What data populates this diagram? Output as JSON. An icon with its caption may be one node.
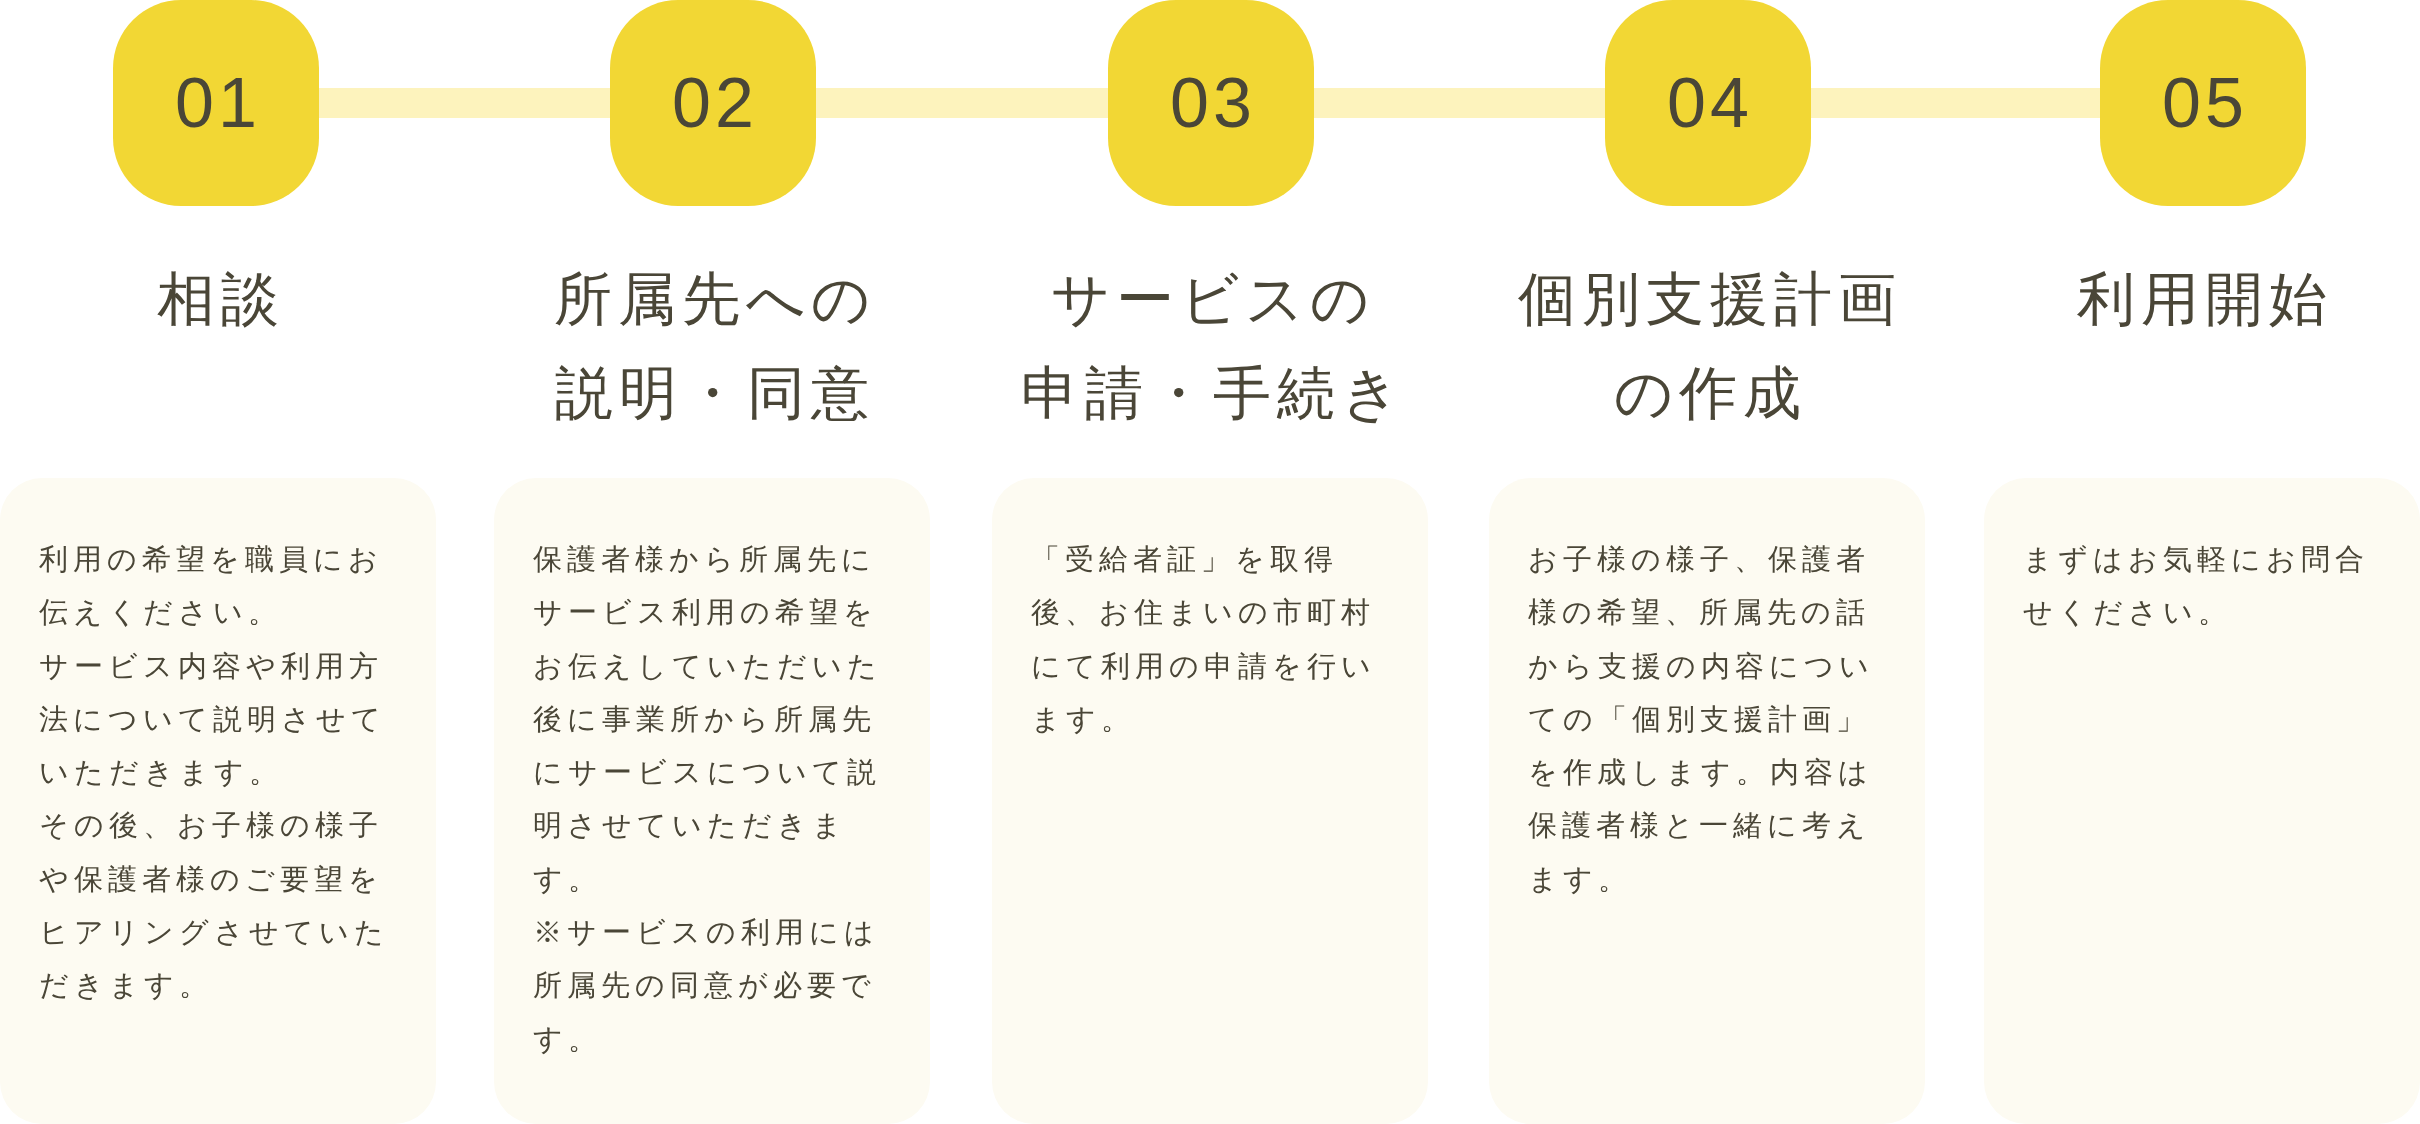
{
  "diagram": {
    "nodes": [
      {
        "text": [
          "01"
        ]
      },
      {
        "text": [
          "02"
        ]
      },
      {
        "text": [
          "03"
        ]
      },
      {
        "text": [
          "04"
        ]
      },
      {
        "text": [
          "05"
        ]
      },
      {
        "text": [
          "相談",
          "利用の希望を職員にお伝えください。",
          "サービス内容や利用方法について説明させていただきます。",
          "その後、お子様の様子や保護者様のご要望をヒアリングさせていただきます。"
        ]
      },
      {
        "text": [
          "所属先への説明・同意",
          "保護者様から所属先にサービス利用の希望をお伝えしていただいた後に事業所から所属先にサービスについて説明させていただきます。",
          "※サービスの利用には所属先の同意が必要です。"
        ]
      },
      {
        "text": [
          "サービスの申請・手続き",
          "「受給者証」を取得後、お住まいの市町村にて利用の申請を行います。"
        ]
      },
      {
        "text": [
          "個別支援計画の作成",
          "お子様の様子、保護者様の希望、所属先の話から支援の内容についての「個別支援計画」を作成します。内容は保護者様と一緒に考えます。"
        ]
      },
      {
        "text": [
          "利用開始",
          "まずはお気軽にお問合せください。"
        ]
      }
    ],
    "edges": [
      {
        "from": 0,
        "to": 1,
        "arrow": "none"
      },
      {
        "from": 1,
        "to": 2,
        "arrow": "none"
      },
      {
        "from": 2,
        "to": 3,
        "arrow": "none"
      },
      {
        "from": 3,
        "to": 4,
        "arrow": "none"
      }
    ]
  }
}
